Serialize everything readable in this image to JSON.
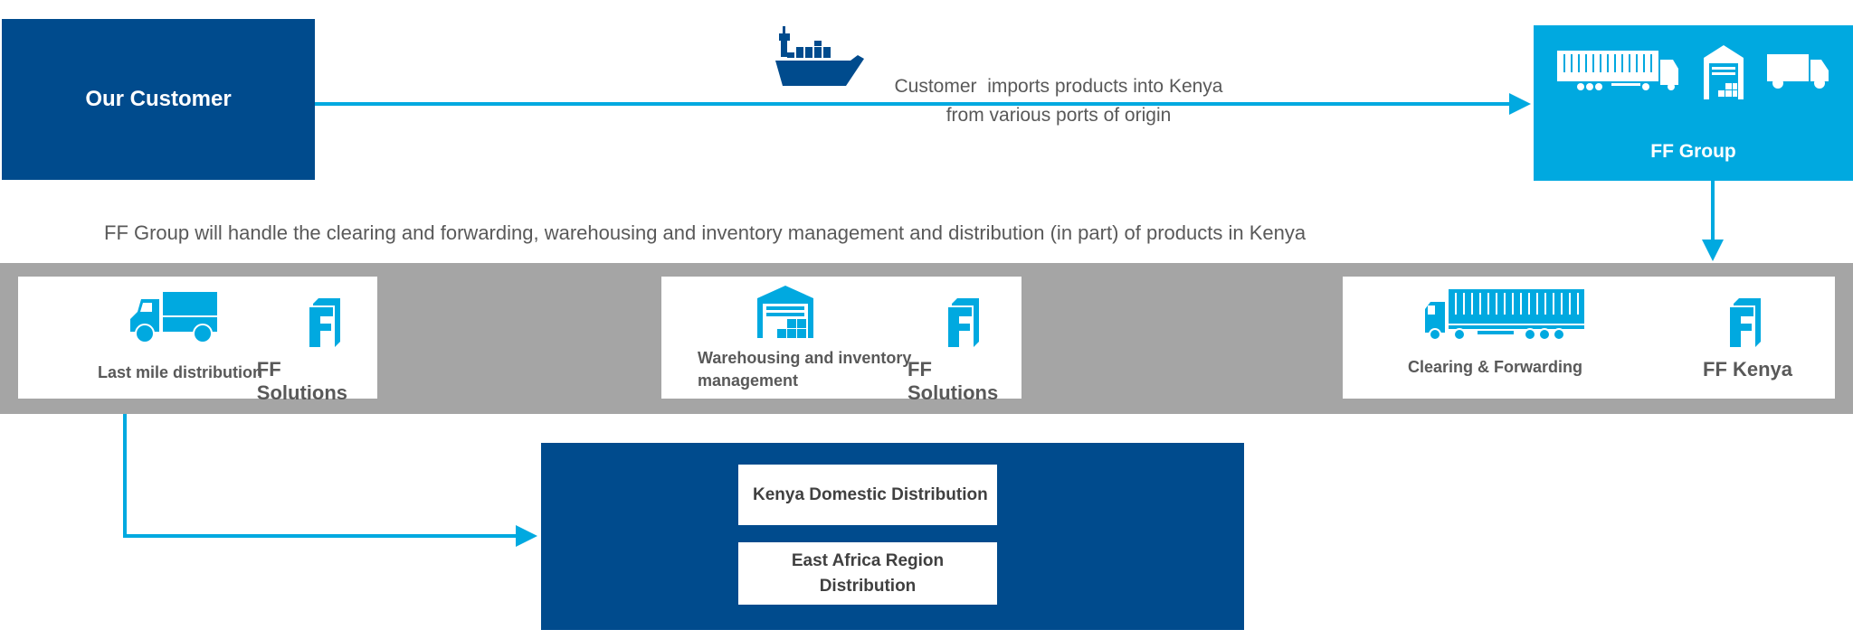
{
  "customer": {
    "label": "Our Customer"
  },
  "import_flow": {
    "caption_line1": "Customer  imports products into Kenya",
    "caption_line2": "from various ports of origin",
    "icon": "cargo-ship-icon"
  },
  "ff_group": {
    "label": "FF Group",
    "icons": [
      "container-truck-icon",
      "warehouse-icon",
      "delivery-truck-icon"
    ]
  },
  "handle_caption": "FF Group will handle the clearing and forwarding, warehousing and inventory management and distribution (in part) of products in Kenya",
  "services": [
    {
      "service": "Last mile distribution",
      "entity": "FF Solutions",
      "icon": "delivery-truck-icon"
    },
    {
      "service_line1": "Warehousing and inventory",
      "service_line2": "management",
      "entity": "FF Solutions",
      "icon": "warehouse-icon"
    },
    {
      "service": "Clearing & Forwarding",
      "entity": "FF Kenya",
      "icon": "container-truck-icon"
    }
  ],
  "distribution": {
    "items": [
      {
        "label": "Kenya Domestic Distribution"
      },
      {
        "line1": "East Africa Region",
        "line2": "Distribution"
      }
    ]
  },
  "colors": {
    "dark_blue": "#004b8d",
    "light_blue": "#00a9e0",
    "grey_band": "#a5a5a5",
    "text_grey": "#595959"
  }
}
